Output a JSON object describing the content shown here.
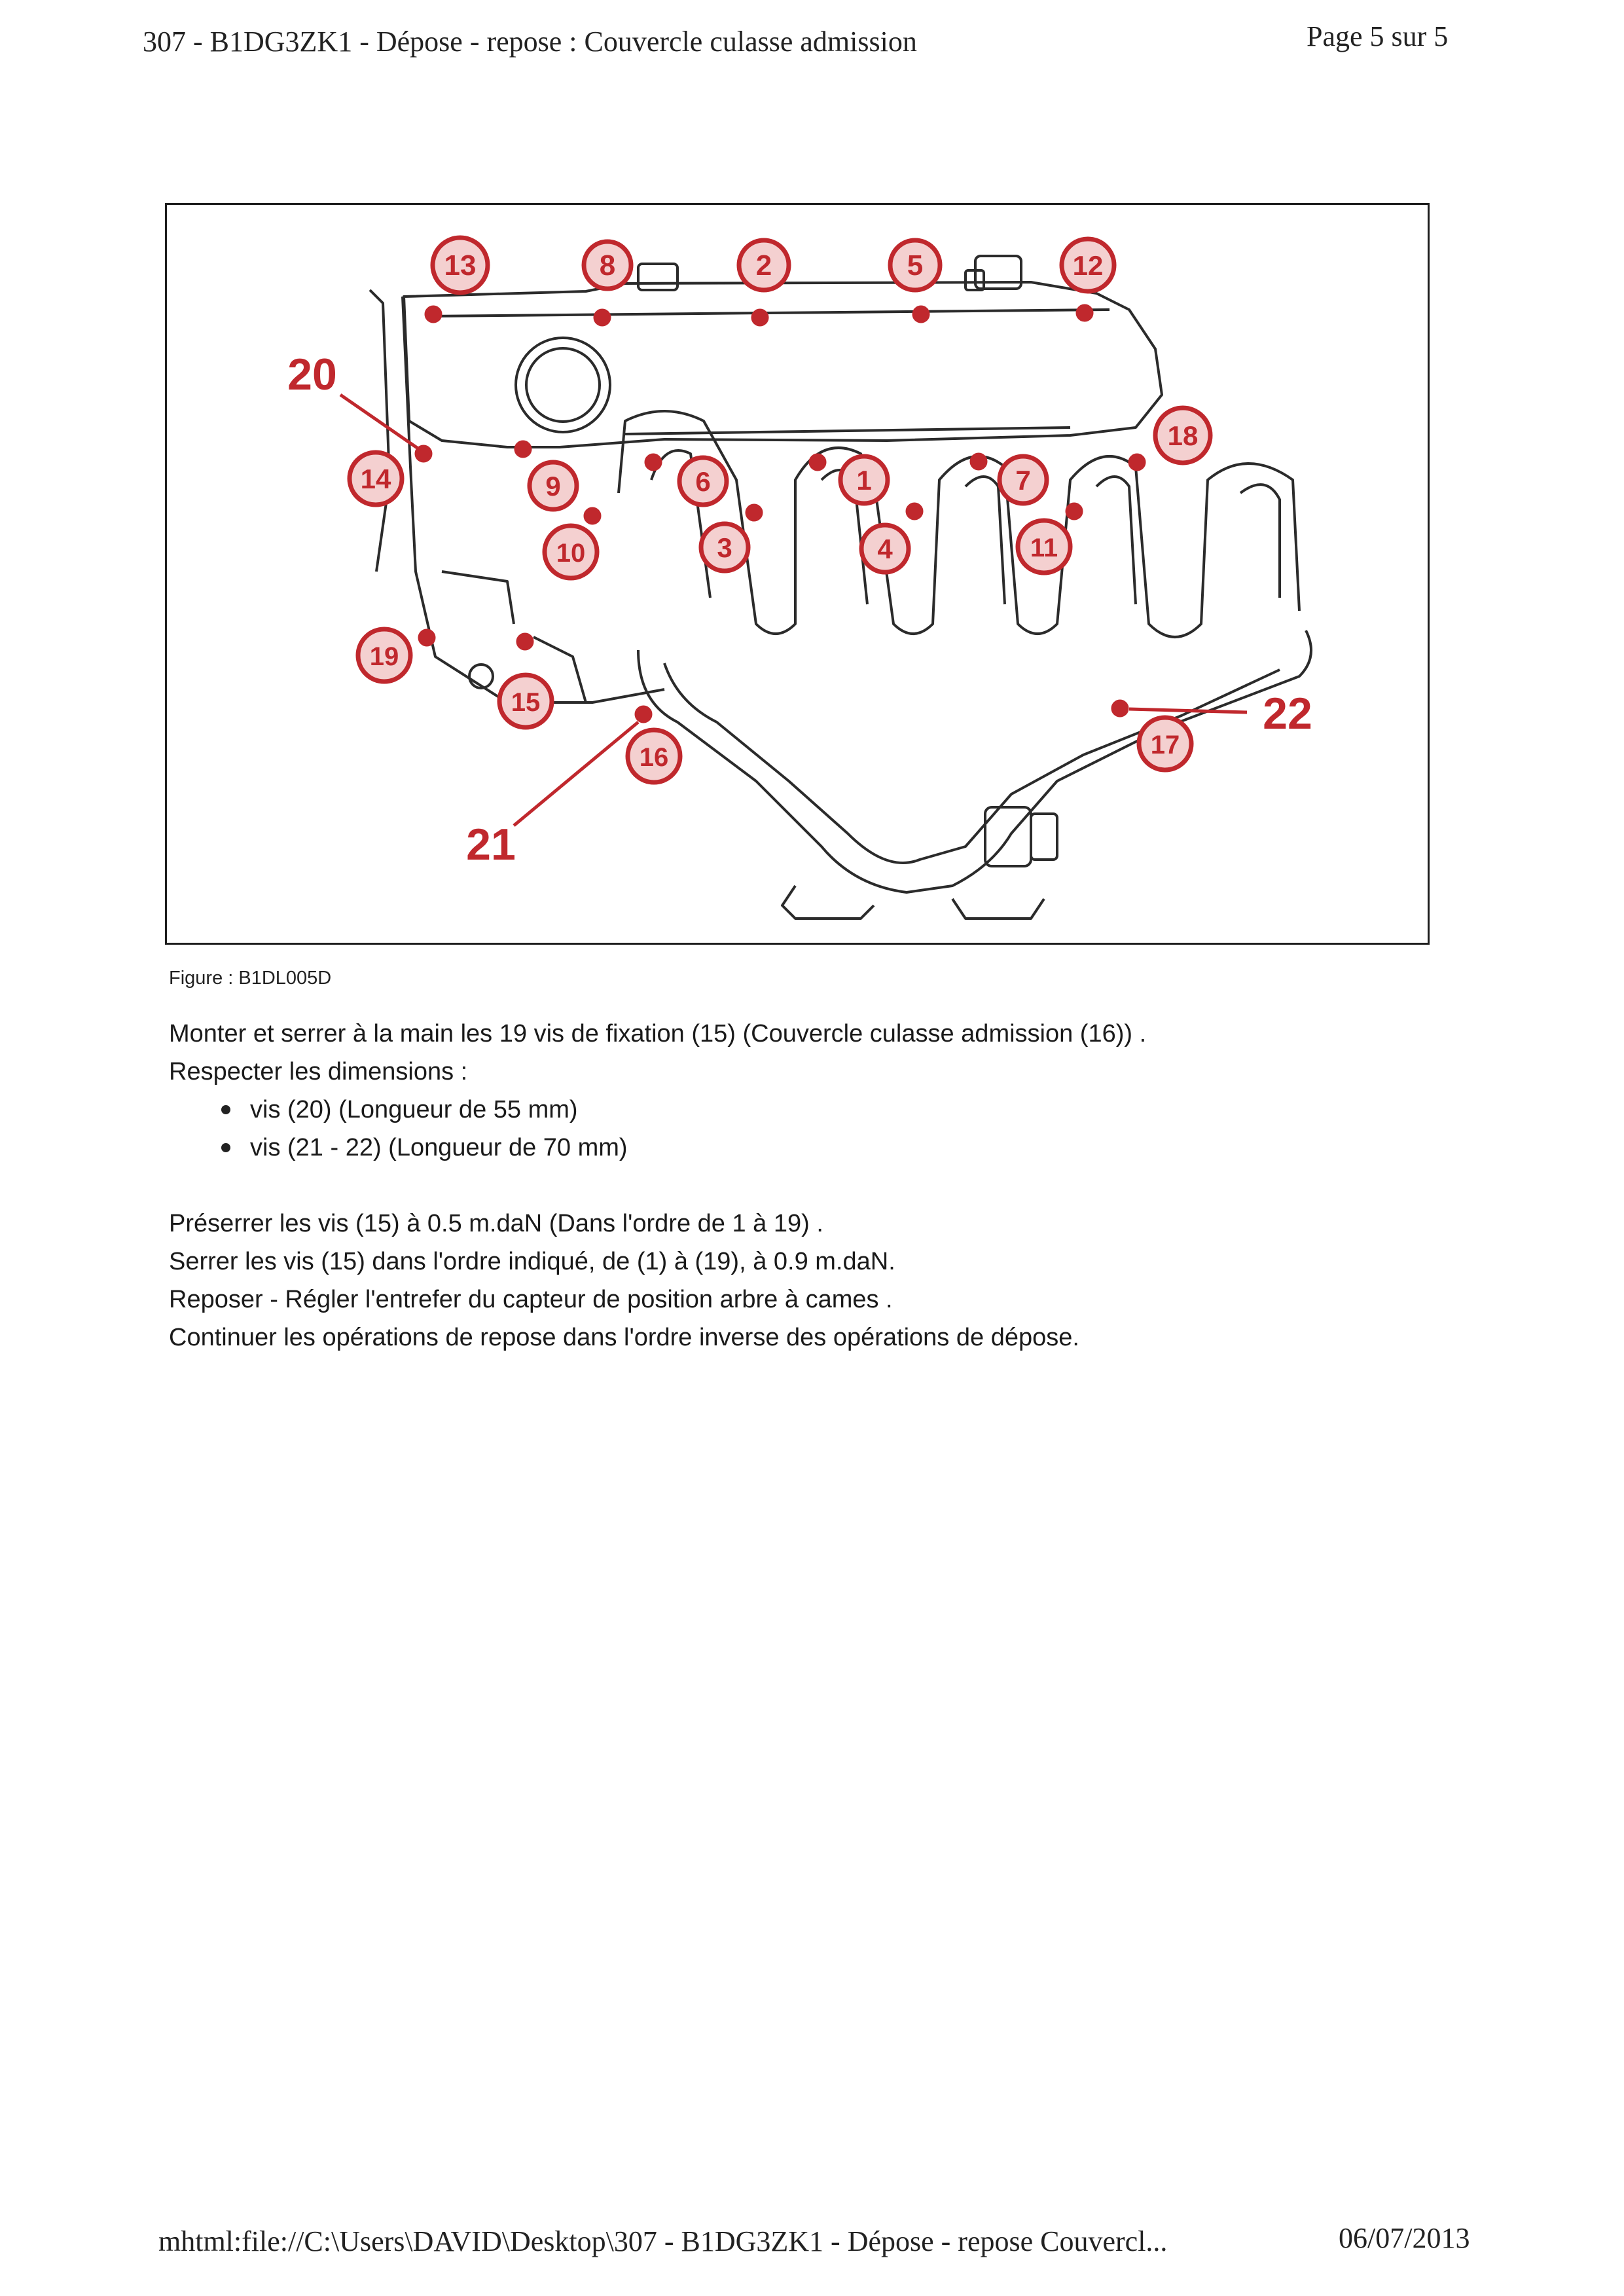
{
  "header": {
    "title": "307 - B1DG3ZK1 - Dépose - repose : Couvercle culasse admission",
    "page": "Page 5 sur 5"
  },
  "figure": {
    "caption": "Figure : B1DL005D",
    "callouts": [
      "1",
      "2",
      "3",
      "4",
      "5",
      "6",
      "7",
      "8",
      "9",
      "10",
      "11",
      "12",
      "13",
      "14",
      "15",
      "16",
      "17",
      "18",
      "19"
    ],
    "labels": [
      "20",
      "21",
      "22"
    ],
    "callout_color": "#c0282d",
    "bolt_color": "#c0282d"
  },
  "body": {
    "p1": "Monter et serrer à la main les 19 vis de fixation (15) (Couvercle culasse admission (16)) .",
    "p2": "Respecter les dimensions :",
    "bullets": [
      "vis (20) (Longueur de 55 mm)",
      "vis (21 - 22) (Longueur de 70 mm)"
    ],
    "p3": "Préserrer les vis (15) à 0.5 m.daN (Dans l'ordre de 1 à 19) .",
    "p4": "Serrer les vis (15) dans l'ordre indiqué, de (1) à (19), à 0.9 m.daN.",
    "p5": "Reposer - Régler l'entrefer du capteur de position arbre à cames .",
    "p6": "Continuer les opérations de repose dans l'ordre inverse des opérations de dépose."
  },
  "footer": {
    "url": "mhtml:file://C:\\Users\\DAVID\\Desktop\\307 - B1DG3ZK1 - Dépose - repose Couvercl...",
    "date": "06/07/2013"
  }
}
